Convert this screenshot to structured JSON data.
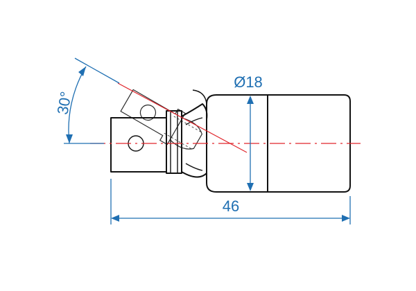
{
  "dimensions": {
    "angle_label": "30°",
    "diameter_label": "Ø18",
    "length_label": "46"
  },
  "colors": {
    "outline": "#111111",
    "centerline": "#e0252b",
    "dimension": "#1f6fb2",
    "background": "#ffffff"
  }
}
